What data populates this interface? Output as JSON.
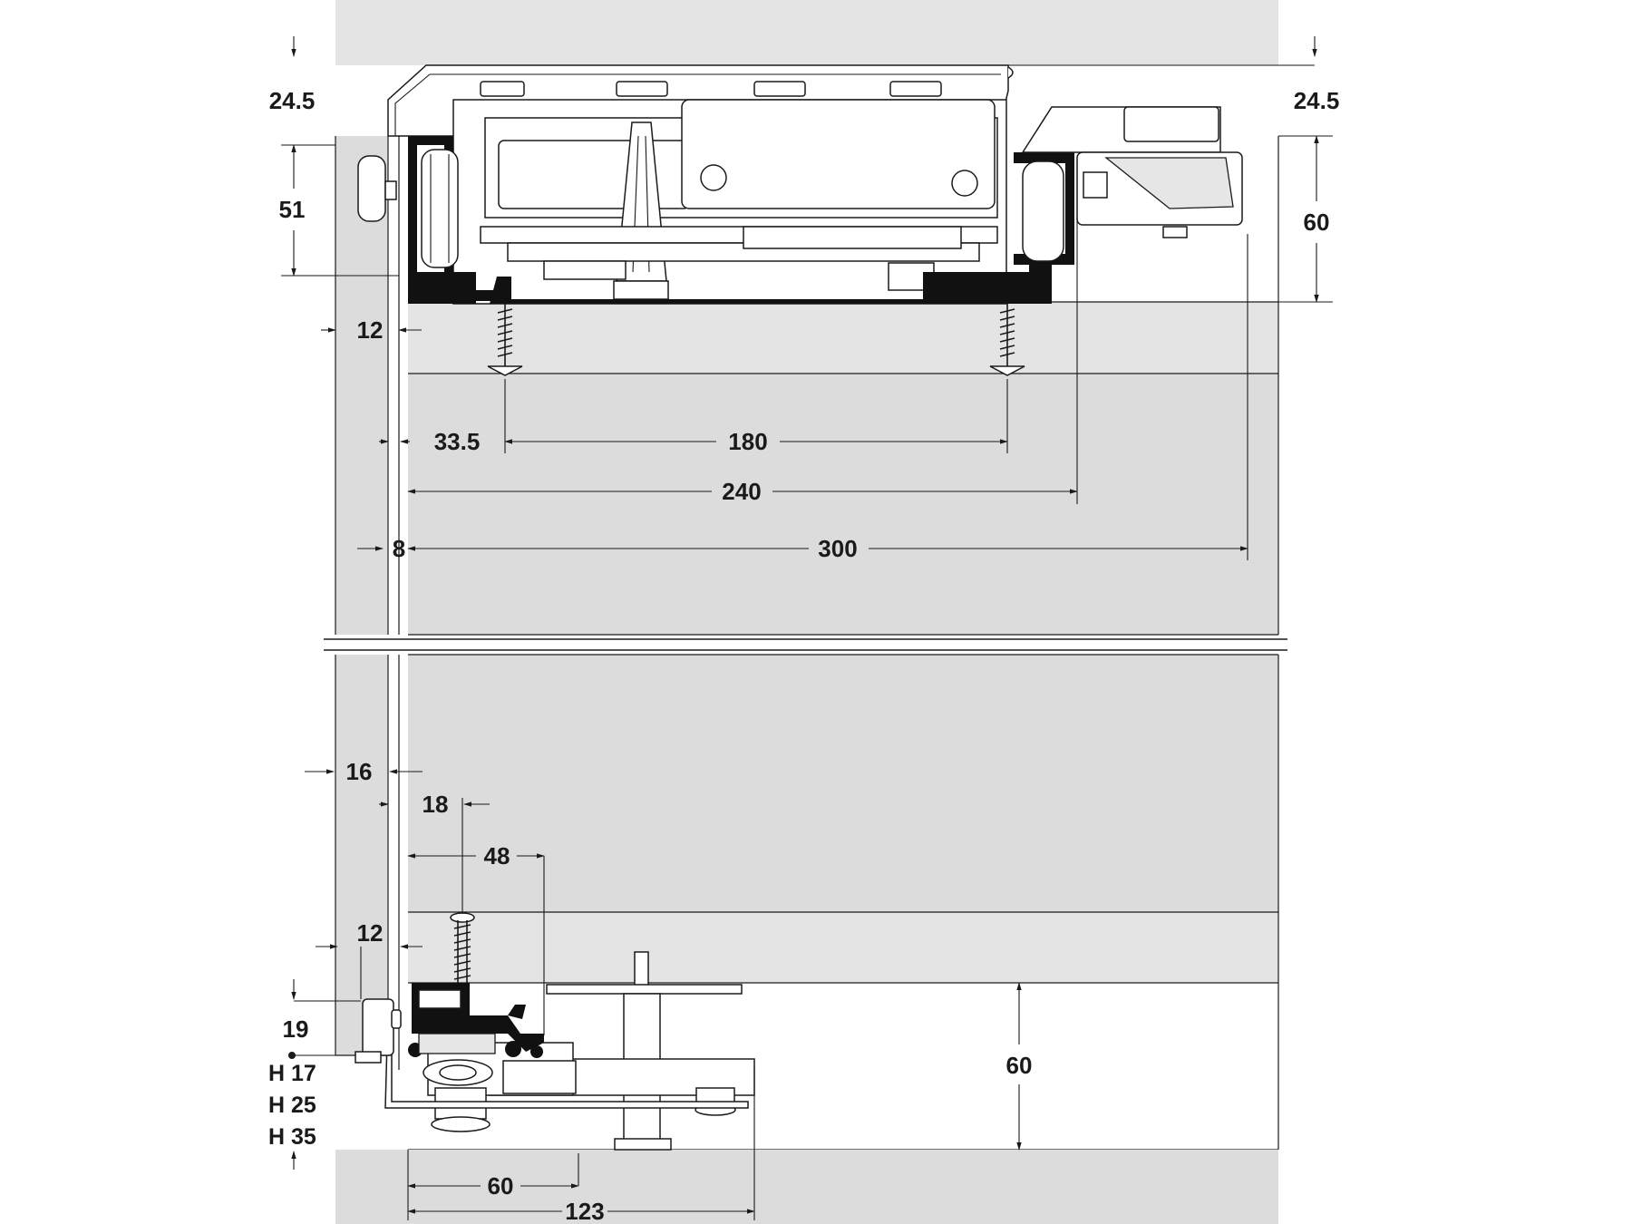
{
  "dimensions": {
    "top_left_24_5": "24.5",
    "top_right_24_5": "24.5",
    "height_51": "51",
    "height_60_top": "60",
    "gap_12_top": "12",
    "offset_33_5": "33.5",
    "span_180": "180",
    "span_240": "240",
    "span_300": "300",
    "gap_8": "8",
    "thickness_16": "16",
    "offset_18": "18",
    "offset_48": "48",
    "gap_12_bottom": "12",
    "height_19": "19",
    "height_60_bottom": "60",
    "width_60_bottom": "60",
    "width_123": "123"
  },
  "height_options": [
    "H 17",
    "H 25",
    "H 35"
  ],
  "colors": {
    "panel": "#dcdcdc",
    "line": "#1a1a1a",
    "profile": "#111111",
    "hardware": "#ffffff"
  }
}
